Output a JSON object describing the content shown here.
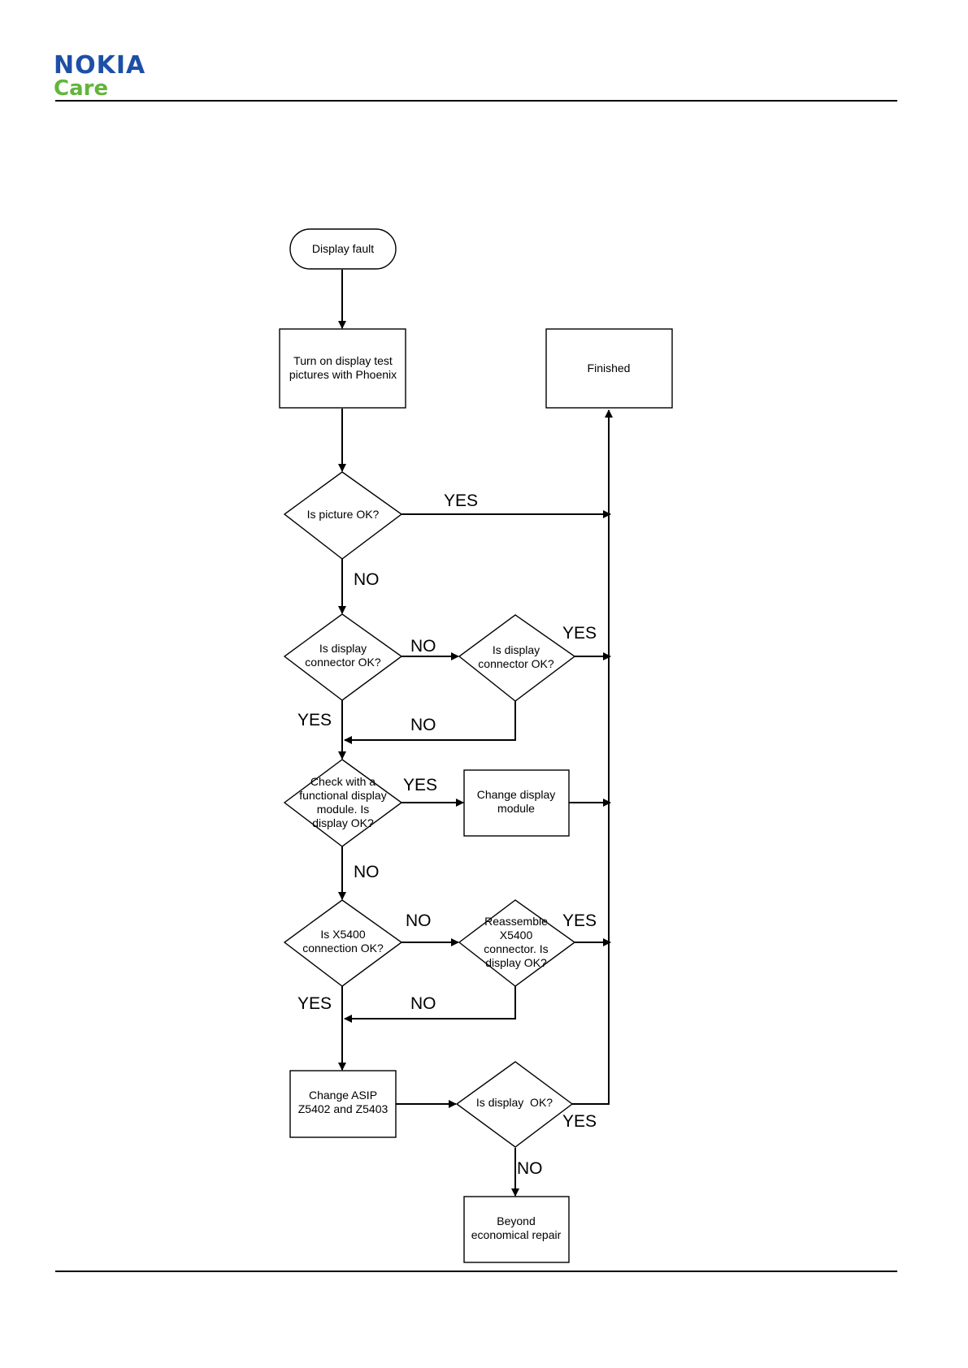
{
  "header": {
    "brand": "NOKIA",
    "sub_brand": "Care",
    "brand_colors": {
      "nokia": "#1d4fa6",
      "care": "#62b53b"
    }
  },
  "flowchart": {
    "nodes": {
      "start": [
        "Display fault"
      ],
      "turn_on": [
        "Turn on display test",
        "pictures with Phoenix"
      ],
      "finished": [
        "Finished"
      ],
      "picture_ok": [
        "Is picture OK?"
      ],
      "connector_ok_1": [
        "Is display",
        "connector OK?"
      ],
      "connector_ok_2": [
        "Is display",
        "connector OK?"
      ],
      "functional_check": [
        "Check with a",
        "functional display",
        "module. Is",
        "display OK?"
      ],
      "change_module": [
        "Change display",
        "module"
      ],
      "x5400_ok": [
        "Is X5400",
        "connection OK?"
      ],
      "reassemble": [
        "Reassemble",
        "X5400",
        "connector. Is",
        "display OK?"
      ],
      "change_asip": [
        "Change ASIP",
        "Z5402 and Z5403"
      ],
      "display_ok_final": [
        "Is display  OK?"
      ],
      "beyond_repair": [
        "Beyond",
        "economical repair"
      ]
    },
    "edge_labels": {
      "picture_yes": "YES",
      "picture_no": "NO",
      "conn1_no": "NO",
      "conn2_yes": "YES",
      "conn1_yes": "YES",
      "conn2_no": "NO",
      "functional_yes": "YES",
      "functional_no": "NO",
      "x5400_no": "NO",
      "reassemble_yes": "YES",
      "x5400_yes": "YES",
      "reassemble_no": "NO",
      "final_yes": "YES",
      "final_no": "NO"
    }
  }
}
